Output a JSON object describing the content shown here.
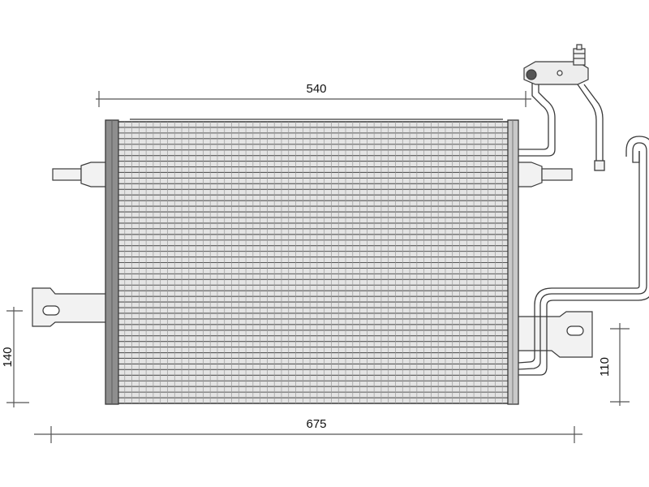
{
  "dimensions": {
    "top_width": "540",
    "overall_width": "675",
    "left_height": "140",
    "right_height": "110"
  },
  "colors": {
    "line": "#3a3a3a",
    "fin_fill": "#e4e4e4",
    "tank_fill": "#8e8e8e",
    "bracket_fill": "#f2f2f2"
  },
  "core": {
    "horizontal_tube_count": 50,
    "vertical_fin_count": 55
  }
}
